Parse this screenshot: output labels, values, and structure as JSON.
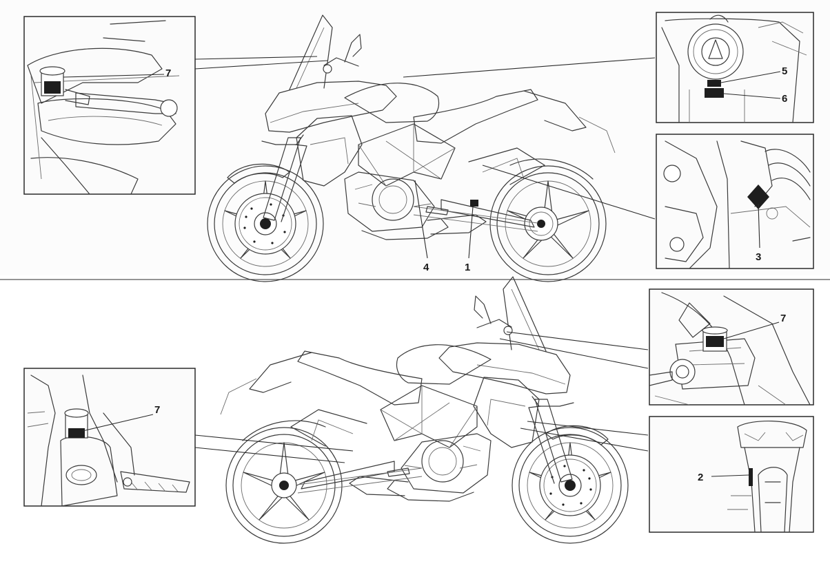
{
  "callouts": {
    "top": {
      "handlebar_left": "7",
      "tank_upper": "5",
      "tank_lower": "6",
      "frame_label": "3",
      "pointer_center_a": "4",
      "pointer_center_b": "1"
    },
    "bottom": {
      "handlebar_right": "7",
      "rear_reservoir": "7",
      "fork_label": "2"
    }
  }
}
